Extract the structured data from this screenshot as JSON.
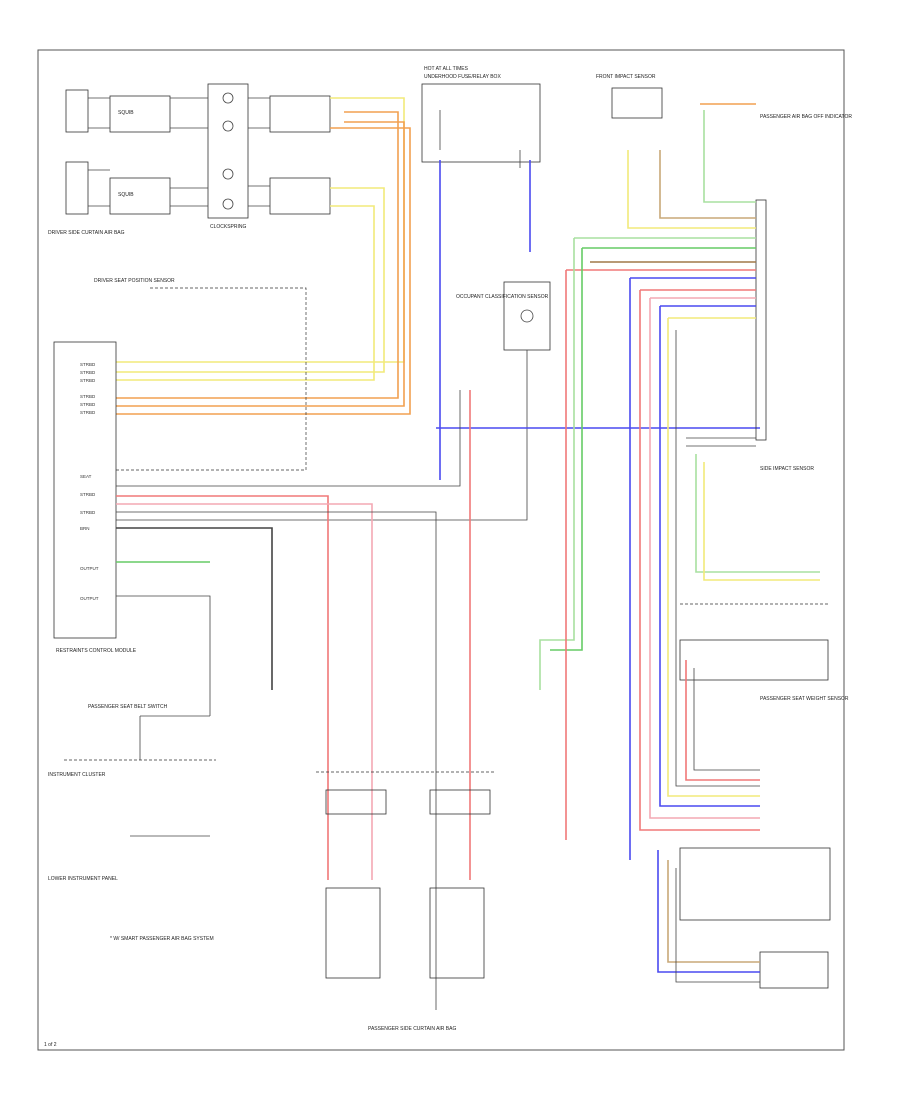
{
  "colors": {
    "yellow": "#f2ea7a",
    "orange": "#f2a050",
    "red": "#f07878",
    "pink": "#f4a8b4",
    "blue": "#4a4af0",
    "green": "#66cc66",
    "lightgreen": "#a8e0a0",
    "gray": "#888888",
    "black": "#444444",
    "tan": "#c8a878",
    "brown": "#a07848"
  },
  "labels": {
    "driver_side_curtain": "DRIVER SIDE CURTAIN AIR BAG",
    "clockspring": "CLOCKSPRING",
    "hot_at_all_times": "HOT AT ALL TIMES",
    "underhood_fuse": "UNDERHOOD FUSE/RELAY BOX",
    "lower_instrument_panel": "LOWER INSTRUMENT PANEL",
    "driver_seat_position_sensor": "DRIVER SEAT POSITION SENSOR",
    "restraints_control_module": "RESTRAINTS CONTROL MODULE",
    "passenger_seatbelt_switch": "PASSENGER SEAT BELT SWITCH",
    "occupant_classification_sensor": "OCCUPANT CLASSIFICATION SENSOR",
    "instrument_cluster": "INSTRUMENT CLUSTER",
    "side_impact_sensor": "SIDE IMPACT SENSOR",
    "passenger_seat_weight_sensor": "PASSENGER SEAT WEIGHT SENSOR",
    "passenger_air_bag_off_indicator": "PASSENGER AIR BAG OFF INDICATOR",
    "passenger_side_curtain": "PASSENGER SIDE CURTAIN AIR BAG",
    "front_impact_sensor": "FRONT IMPACT SENSOR",
    "footnote": "* W/ SMART PASSENGER AIR BAG SYSTEM",
    "page_code": "1 of 2"
  }
}
